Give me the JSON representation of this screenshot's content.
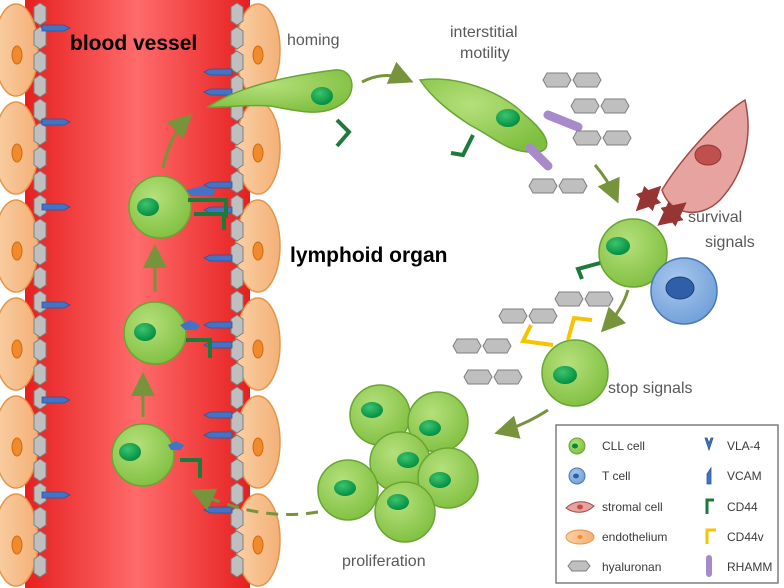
{
  "title": "blood vessel",
  "region_label": "lymphoid organ",
  "steps": {
    "homing": "homing",
    "interstitial_line1": "interstitial",
    "interstitial_line2": "motility",
    "survival_line1": "survival",
    "survival_line2": "signals",
    "stop": "stop signals",
    "proliferation": "proliferation"
  },
  "legend": {
    "cll_cell": "CLL cell",
    "t_cell": "T cell",
    "stromal_cell": "stromal cell",
    "endothelium": "endothelium",
    "hyaluronan": "hyaluronan",
    "vla4": "VLA-4",
    "vcam": "VCAM",
    "cd44": "CD44",
    "cd44v": "CD44v",
    "rhamm": "RHAMM"
  },
  "colors": {
    "vessel": "#ee2a2a",
    "endothelium": "#f7c08d",
    "cll_cell": "#92d050",
    "cll_nucleus": "#00a651",
    "t_cell": "#8db3e2",
    "stromal_cell": "#e6a3a0",
    "cd44": "#1e7a3a",
    "cd44v": "#f5c400",
    "rhamm": "#a68ac9",
    "arrow": "#77933c",
    "survival_arrow": "#963634"
  }
}
